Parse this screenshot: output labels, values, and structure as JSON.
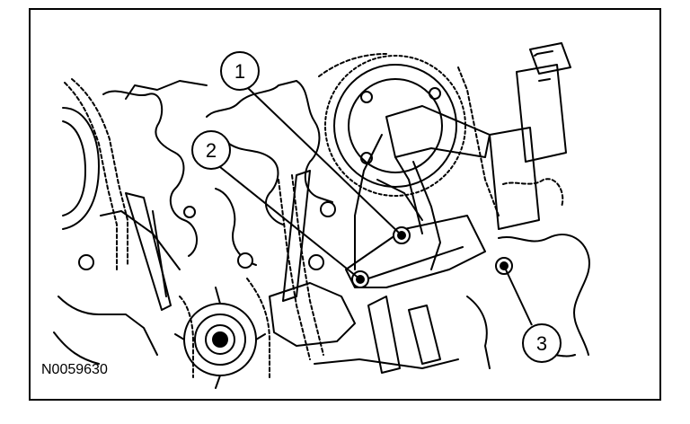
{
  "figure": {
    "id_label": "N0059630",
    "callouts": [
      "1",
      "2",
      "3"
    ]
  },
  "colors": {
    "ink": "#000000",
    "paper": "#ffffff"
  }
}
